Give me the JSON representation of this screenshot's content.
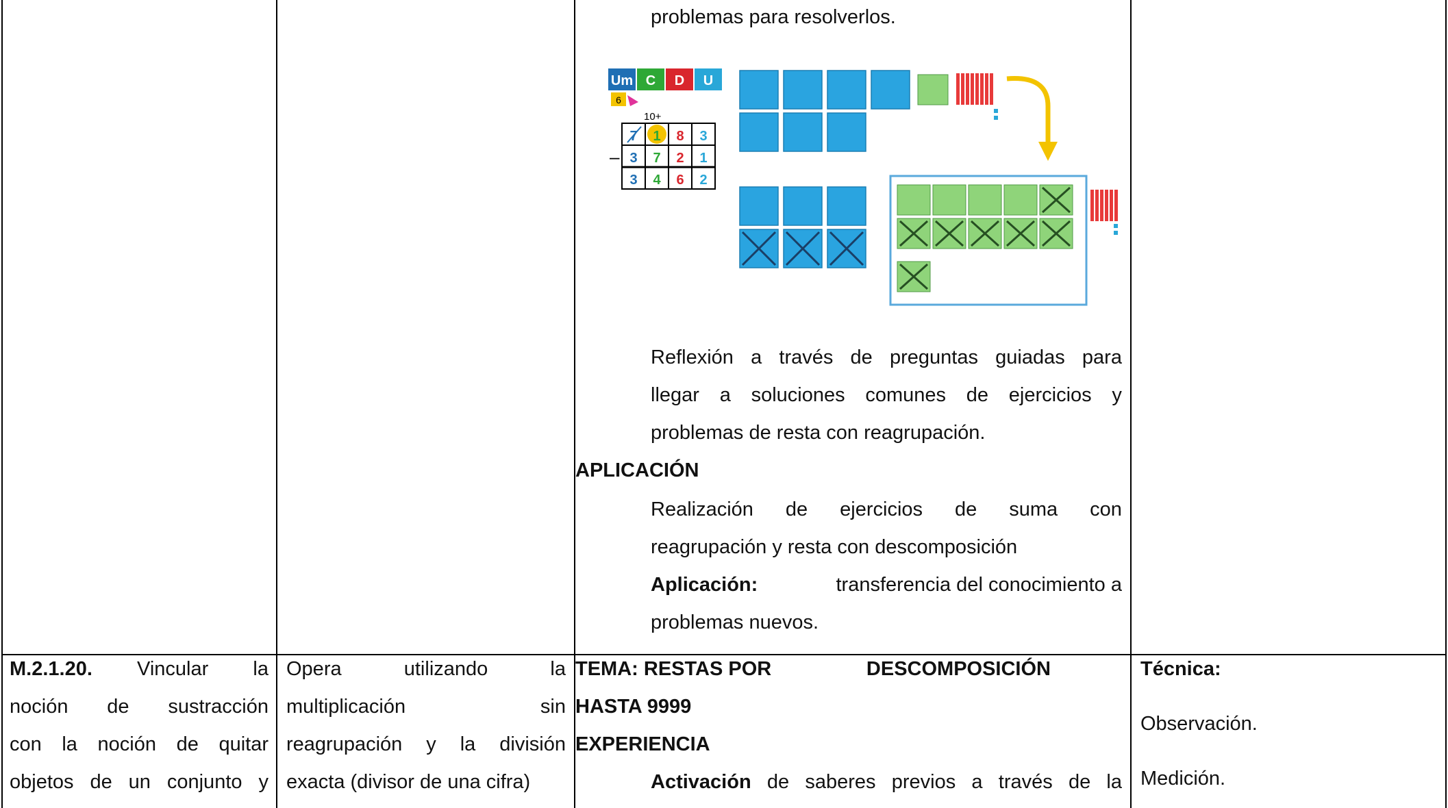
{
  "top": {
    "l0": "problemas para resolverlos.",
    "reflexion": [
      [
        "Reflexión",
        "a",
        "través",
        "de",
        "preguntas",
        "guiadas",
        "para"
      ],
      [
        "llegar",
        "a",
        "soluciones",
        "comunes",
        "de",
        "ejercicios",
        "y"
      ],
      "problemas de resta con reagrupación."
    ],
    "aplicacion_heading": "APLICACIÓN",
    "realizacion": [
      [
        "Realización",
        "de",
        "ejercicios",
        "de",
        "suma",
        "con"
      ],
      "reagrupación y resta con descomposición"
    ],
    "aplicacion_bold": "Aplicación:",
    "aplicacion_line1_rest": "transferencia del conocimiento a",
    "aplicacion_line2": "problemas nuevos."
  },
  "diagram": {
    "headers": [
      "Um",
      "C",
      "D",
      "U"
    ],
    "borrow_label": "6",
    "carry_label": "10+",
    "minus_sign": "–",
    "rows": [
      [
        "7",
        "1",
        "8",
        "3"
      ],
      [
        "3",
        "7",
        "2",
        "1"
      ],
      [
        "3",
        "4",
        "6",
        "2"
      ]
    ],
    "colors": {
      "um": "#1f6fb4",
      "c": "#2ea836",
      "d": "#d9262d",
      "u": "#29a7d8",
      "cube": "#2aa4e0",
      "flat": "#8fd47a",
      "rod": "#e83a3a",
      "arrow": "#f3c300",
      "frame": "#5aa9dc"
    }
  },
  "bottom": {
    "col1": {
      "code": "M.2.1.20.",
      "line1_words": [
        "Vincular",
        "la"
      ],
      "line2_words": [
        "noción",
        "de",
        "sustracción"
      ],
      "line3_words": [
        "con",
        "la",
        "noción",
        "de",
        "quitar"
      ],
      "line4_words": [
        "objetos",
        "de",
        "un",
        "conjunto",
        "y"
      ]
    },
    "col2": {
      "line1_words": [
        "Opera",
        "utilizando",
        "la"
      ],
      "line2_words": [
        "multiplicación",
        "sin"
      ],
      "line3_words": [
        "reagrupación",
        "y",
        "la",
        "división"
      ],
      "line4": "exacta (divisor de una cifra)"
    },
    "col3": {
      "tema_words": [
        "TEMA: RESTAS POR",
        "DESCOMPOSICIÓN"
      ],
      "tema_line2": "HASTA 9999",
      "experiencia": "EXPERIENCIA",
      "activacion_bold": "Activación",
      "activacion_rest": [
        "de",
        "saberes",
        "previos",
        "a",
        "través",
        "de",
        "la"
      ]
    },
    "col4": {
      "tecnica": "Técnica:",
      "observacion": "Observación.",
      "medicion": "Medición."
    }
  }
}
